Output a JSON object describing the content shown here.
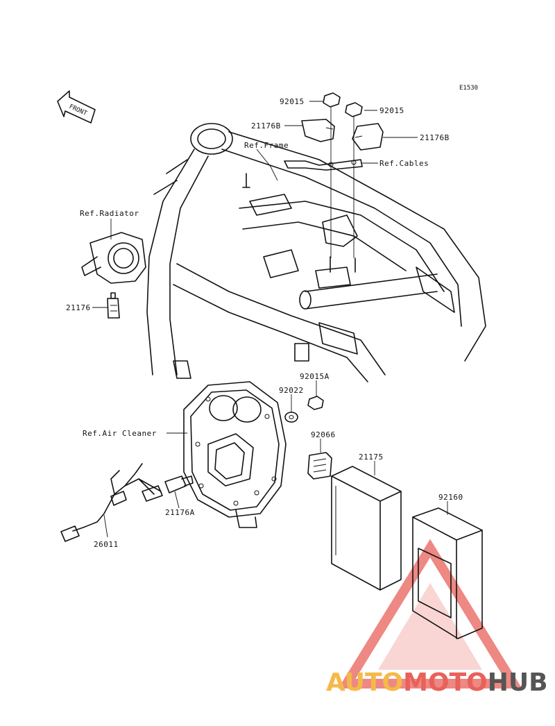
{
  "diagram": {
    "code": "E1530",
    "front_label": "FRONT"
  },
  "labels": {
    "p92015_a": "92015",
    "p92015_b": "92015",
    "p21176b_a": "21176B",
    "p21176b_b": "21176B",
    "ref_frame": "Ref.Frame",
    "ref_cables": "Ref.Cables",
    "ref_radiator": "Ref.Radiator",
    "p21176": "21176",
    "p92015a": "92015A",
    "p92022": "92022",
    "ref_air_cleaner": "Ref.Air Cleaner",
    "p92066": "92066",
    "p21175": "21175",
    "p92160": "92160",
    "p21176a": "21176A",
    "p26011": "26011"
  },
  "watermark": {
    "part1": "AUTO",
    "part2": "MOTO",
    "part3": "HUB",
    "colors": {
      "auto": "#f5b94a",
      "moto": "#e8615a",
      "hub": "#555555",
      "triangle": "#e8615a"
    }
  }
}
